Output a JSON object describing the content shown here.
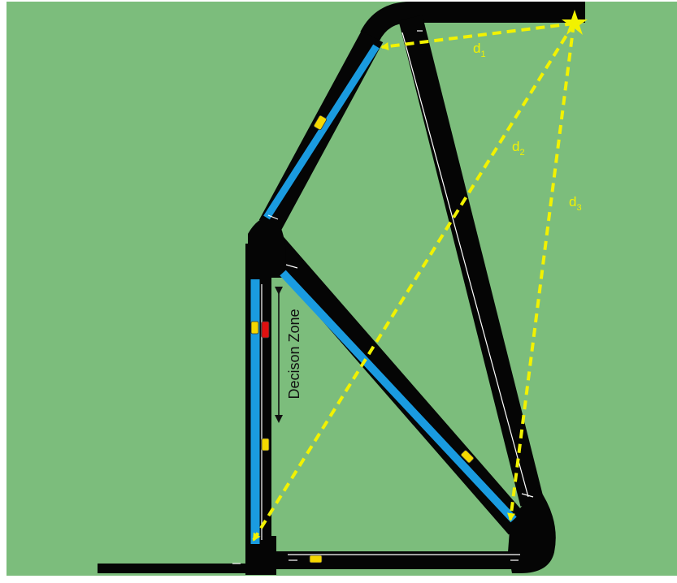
{
  "distances": {
    "d1": {
      "base": "d",
      "sub": "1"
    },
    "d2": {
      "base": "d",
      "sub": "2"
    },
    "d3": {
      "base": "d",
      "sub": "3"
    }
  },
  "zone_label": "Decison Zone",
  "colors": {
    "background": "#7cbd7c",
    "road": "#050505",
    "lane_blue": "#1a9be0",
    "arrow_yellow": "#f2f200",
    "lane_marking": "#ffffff",
    "car_yellow": "#f5d800",
    "car_red": "#e01010"
  }
}
